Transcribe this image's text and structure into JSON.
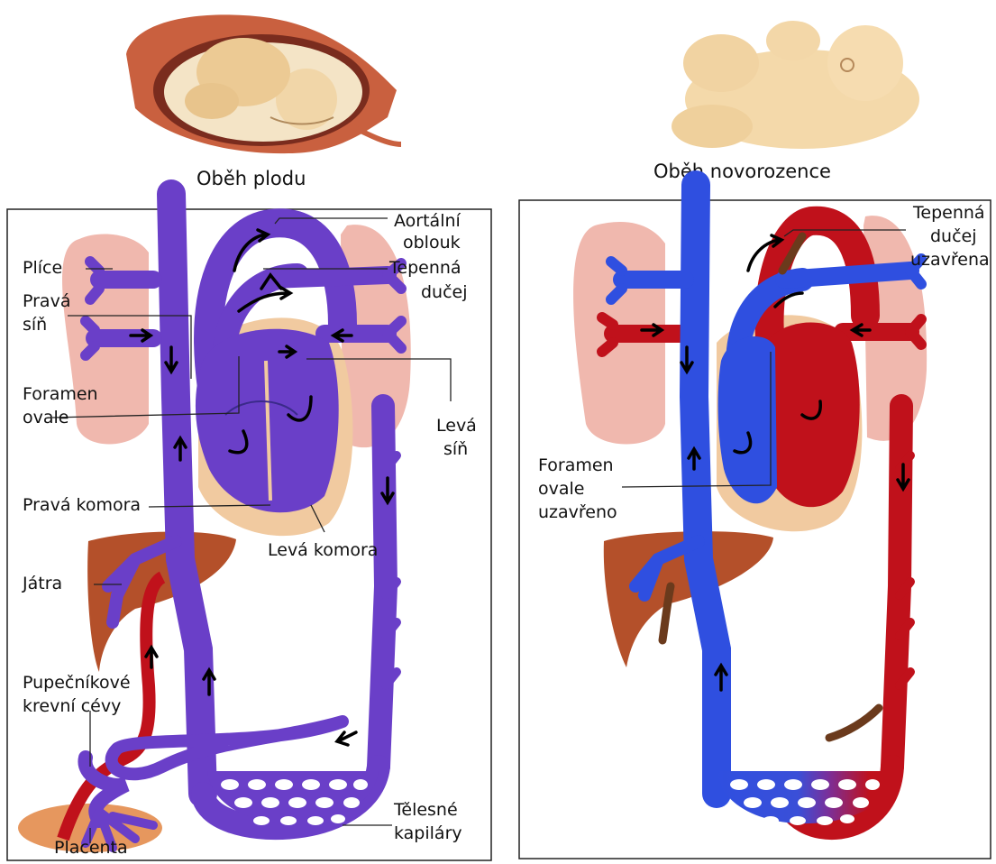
{
  "colors": {
    "deoxygenated": "#2f4fe0",
    "mixed": "#6a3fc8",
    "oxygenated": "#c0111b",
    "lung": "#f0b8ae",
    "liver": "#b4502a",
    "pericardium": "#f1caa0",
    "closed_vessel": "#6b3a1c"
  },
  "fetal": {
    "title": "Oběh plodu",
    "labels": {
      "aortic_arch_1": "Aortální",
      "aortic_arch_2": "oblouk",
      "ductus_1": "Tepenná",
      "ductus_2": "dučej",
      "lungs": "Plíce",
      "right_atrium_1": "Pravá",
      "right_atrium_2": "síň",
      "foramen_1": "Foramen",
      "foramen_2": "ovale",
      "left_atrium_1": "Levá",
      "left_atrium_2": "síň",
      "right_ventricle": "Pravá komora",
      "left_ventricle": "Levá komora",
      "liver": "Játra",
      "umbilical_1": "Pupečníkové",
      "umbilical_2": "krevní cévy",
      "capillaries_1": "Tělesné",
      "capillaries_2": "kapiláry",
      "placenta": "Placenta"
    }
  },
  "newborn": {
    "title": "Oběh novorozence",
    "labels": {
      "ductus_1": "Tepenná",
      "ductus_2": "dučej",
      "ductus_3": "uzavřena",
      "foramen_1": "Foramen",
      "foramen_2": "ovale",
      "foramen_3": "uzavřeno"
    }
  }
}
